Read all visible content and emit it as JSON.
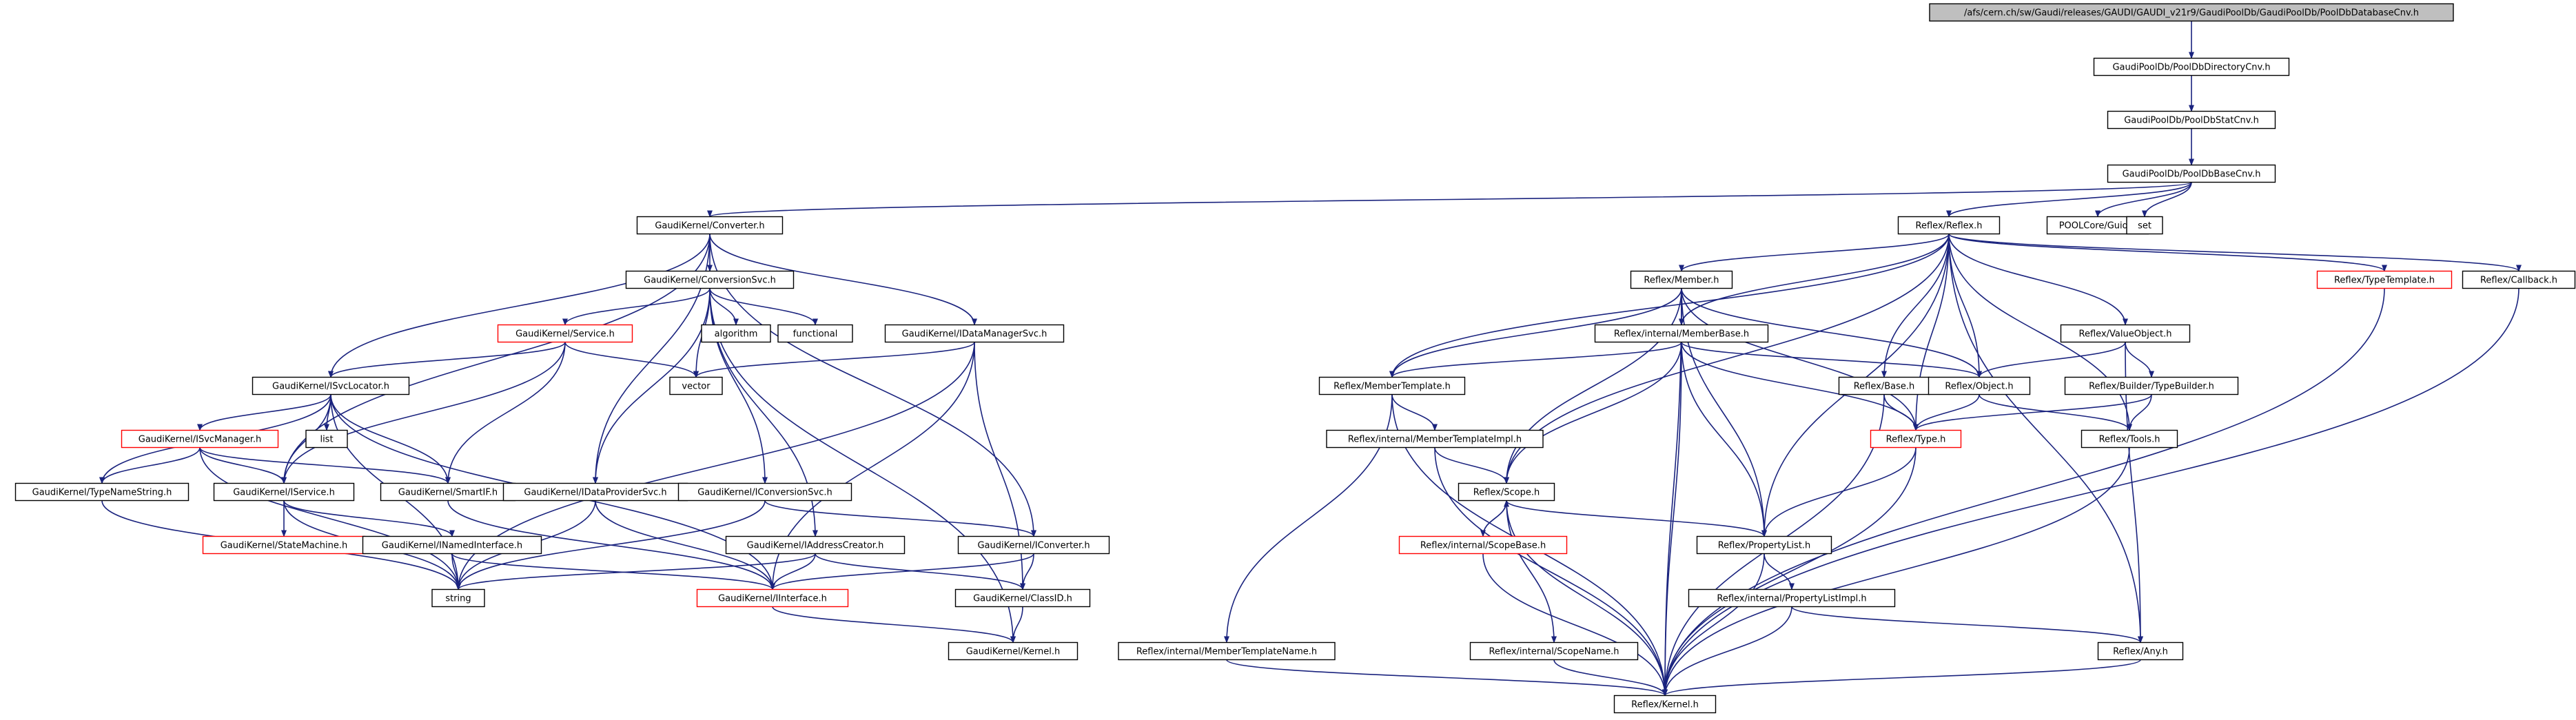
{
  "title": "/afs/cern.ch/sw/Gaudi/releases/GAUDI/GAUDI_v21r9/GaudiPoolDb/GaudiPoolDb/PoolDbDatabaseCnv.h",
  "colors": {
    "edge": "#1a237e",
    "node_border": "#000000",
    "missing_border": "#ff0000",
    "root_fill": "#bfbfbf",
    "node_fill": "#ffffff"
  },
  "nodes": [
    {
      "id": "root",
      "label": "/afs/cern.ch/sw/Gaudi/releases/GAUDI/GAUDI_v21r9/GaudiPoolDb/GaudiPoolDb/PoolDbDatabaseCnv.h",
      "style": "root"
    },
    {
      "id": "dircnv",
      "label": "GaudiPoolDb/PoolDbDirectoryCnv.h",
      "style": "normal"
    },
    {
      "id": "statcnv",
      "label": "GaudiPoolDb/PoolDbStatCnv.h",
      "style": "normal"
    },
    {
      "id": "basecnv",
      "label": "GaudiPoolDb/PoolDbBaseCnv.h",
      "style": "normal"
    },
    {
      "id": "converter",
      "label": "GaudiKernel/Converter.h",
      "style": "normal"
    },
    {
      "id": "reflex",
      "label": "Reflex/Reflex.h",
      "style": "normal"
    },
    {
      "id": "guid",
      "label": "POOLCore/Guid.h",
      "style": "normal"
    },
    {
      "id": "set",
      "label": "set",
      "style": "normal"
    },
    {
      "id": "convsvc",
      "label": "GaudiKernel/ConversionSvc.h",
      "style": "normal"
    },
    {
      "id": "service",
      "label": "GaudiKernel/Service.h",
      "style": "missing"
    },
    {
      "id": "algorithm",
      "label": "algorithm",
      "style": "normal"
    },
    {
      "id": "functional",
      "label": "functional",
      "style": "normal"
    },
    {
      "id": "idatamgr",
      "label": "GaudiKernel/IDataManagerSvc.h",
      "style": "normal"
    },
    {
      "id": "vector",
      "label": "vector",
      "style": "normal"
    },
    {
      "id": "isvcloc",
      "label": "GaudiKernel/ISvcLocator.h",
      "style": "normal"
    },
    {
      "id": "list",
      "label": "list",
      "style": "normal"
    },
    {
      "id": "isvcmgr",
      "label": "GaudiKernel/ISvcManager.h",
      "style": "missing"
    },
    {
      "id": "typename",
      "label": "GaudiKernel/TypeNameString.h",
      "style": "normal"
    },
    {
      "id": "iservice",
      "label": "GaudiKernel/IService.h",
      "style": "normal"
    },
    {
      "id": "smartif",
      "label": "GaudiKernel/SmartIF.h",
      "style": "normal"
    },
    {
      "id": "idataprov",
      "label": "GaudiKernel/IDataProviderSvc.h",
      "style": "normal"
    },
    {
      "id": "iconvsvc",
      "label": "GaudiKernel/IConversionSvc.h",
      "style": "normal"
    },
    {
      "id": "statemachine",
      "label": "GaudiKernel/StateMachine.h",
      "style": "missing"
    },
    {
      "id": "inamed",
      "label": "GaudiKernel/INamedInterface.h",
      "style": "normal"
    },
    {
      "id": "iaddr",
      "label": "GaudiKernel/IAddressCreator.h",
      "style": "normal"
    },
    {
      "id": "iconverter",
      "label": "GaudiKernel/IConverter.h",
      "style": "normal"
    },
    {
      "id": "string",
      "label": "string",
      "style": "normal"
    },
    {
      "id": "iinterface",
      "label": "GaudiKernel/IInterface.h",
      "style": "missing"
    },
    {
      "id": "classid",
      "label": "GaudiKernel/ClassID.h",
      "style": "normal"
    },
    {
      "id": "gkkernel",
      "label": "GaudiKernel/Kernel.h",
      "style": "normal"
    },
    {
      "id": "member",
      "label": "Reflex/Member.h",
      "style": "normal"
    },
    {
      "id": "membase",
      "label": "Reflex/internal/MemberBase.h",
      "style": "normal"
    },
    {
      "id": "memtempl",
      "label": "Reflex/MemberTemplate.h",
      "style": "normal"
    },
    {
      "id": "memtemplimpl",
      "label": "Reflex/internal/MemberTemplateImpl.h",
      "style": "normal"
    },
    {
      "id": "memtemplname",
      "label": "Reflex/internal/MemberTemplateName.h",
      "style": "normal"
    },
    {
      "id": "rbase",
      "label": "Reflex/Base.h",
      "style": "normal"
    },
    {
      "id": "robject",
      "label": "Reflex/Object.h",
      "style": "normal"
    },
    {
      "id": "valueobj",
      "label": "Reflex/ValueObject.h",
      "style": "normal"
    },
    {
      "id": "typebuilder",
      "label": "Reflex/Builder/TypeBuilder.h",
      "style": "normal"
    },
    {
      "id": "rtype",
      "label": "Reflex/Type.h",
      "style": "missing"
    },
    {
      "id": "rtools",
      "label": "Reflex/Tools.h",
      "style": "normal"
    },
    {
      "id": "typetempl",
      "label": "Reflex/TypeTemplate.h",
      "style": "missing"
    },
    {
      "id": "callback",
      "label": "Reflex/Callback.h",
      "style": "normal"
    },
    {
      "id": "scope",
      "label": "Reflex/Scope.h",
      "style": "normal"
    },
    {
      "id": "scopebase",
      "label": "Reflex/internal/ScopeBase.h",
      "style": "missing"
    },
    {
      "id": "proplist",
      "label": "Reflex/PropertyList.h",
      "style": "normal"
    },
    {
      "id": "proplistimpl",
      "label": "Reflex/internal/PropertyListImpl.h",
      "style": "normal"
    },
    {
      "id": "scopename",
      "label": "Reflex/internal/ScopeName.h",
      "style": "normal"
    },
    {
      "id": "rany",
      "label": "Reflex/Any.h",
      "style": "normal"
    },
    {
      "id": "rkernel",
      "label": "Reflex/Kernel.h",
      "style": "normal"
    }
  ],
  "edges": [
    [
      "root",
      "dircnv"
    ],
    [
      "dircnv",
      "statcnv"
    ],
    [
      "statcnv",
      "basecnv"
    ],
    [
      "basecnv",
      "converter"
    ],
    [
      "basecnv",
      "reflex"
    ],
    [
      "basecnv",
      "guid"
    ],
    [
      "basecnv",
      "set"
    ],
    [
      "converter",
      "convsvc"
    ],
    [
      "converter",
      "isvcloc"
    ],
    [
      "converter",
      "idatamgr"
    ],
    [
      "converter",
      "iservice"
    ],
    [
      "converter",
      "idataprov"
    ],
    [
      "converter",
      "iconverter"
    ],
    [
      "convsvc",
      "service"
    ],
    [
      "convsvc",
      "algorithm"
    ],
    [
      "convsvc",
      "functional"
    ],
    [
      "convsvc",
      "vector"
    ],
    [
      "convsvc",
      "iconvsvc"
    ],
    [
      "convsvc",
      "iaddr"
    ],
    [
      "convsvc",
      "gkkernel"
    ],
    [
      "convsvc",
      "idataprov"
    ],
    [
      "service",
      "isvcloc"
    ],
    [
      "service",
      "iservice"
    ],
    [
      "service",
      "smartif"
    ],
    [
      "service",
      "vector"
    ],
    [
      "idatamgr",
      "vector"
    ],
    [
      "idatamgr",
      "string"
    ],
    [
      "idatamgr",
      "iinterface"
    ],
    [
      "idatamgr",
      "classid"
    ],
    [
      "isvcloc",
      "list"
    ],
    [
      "isvcloc",
      "isvcmgr"
    ],
    [
      "isvcloc",
      "typename"
    ],
    [
      "isvcloc",
      "smartif"
    ],
    [
      "isvcloc",
      "string"
    ],
    [
      "isvcloc",
      "iinterface"
    ],
    [
      "isvcloc",
      "iservice"
    ],
    [
      "isvcmgr",
      "iservice"
    ],
    [
      "isvcmgr",
      "smartif"
    ],
    [
      "isvcmgr",
      "typename"
    ],
    [
      "isvcmgr",
      "string"
    ],
    [
      "typename",
      "string"
    ],
    [
      "iservice",
      "statemachine"
    ],
    [
      "iservice",
      "inamed"
    ],
    [
      "iservice",
      "string"
    ],
    [
      "smartif",
      "iinterface"
    ],
    [
      "idataprov",
      "string"
    ],
    [
      "idataprov",
      "iinterface"
    ],
    [
      "iconvsvc",
      "iconverter"
    ],
    [
      "iconvsvc",
      "string"
    ],
    [
      "inamed",
      "iinterface"
    ],
    [
      "inamed",
      "string"
    ],
    [
      "iaddr",
      "iinterface"
    ],
    [
      "iaddr",
      "classid"
    ],
    [
      "iaddr",
      "string"
    ],
    [
      "iconverter",
      "iinterface"
    ],
    [
      "iconverter",
      "classid"
    ],
    [
      "iinterface",
      "gkkernel"
    ],
    [
      "classid",
      "gkkernel"
    ],
    [
      "reflex",
      "member"
    ],
    [
      "reflex",
      "memtempl"
    ],
    [
      "reflex",
      "scope"
    ],
    [
      "reflex",
      "rbase"
    ],
    [
      "reflex",
      "robject"
    ],
    [
      "reflex",
      "valueobj"
    ],
    [
      "reflex",
      "typetempl"
    ],
    [
      "reflex",
      "callback"
    ],
    [
      "reflex",
      "rtype"
    ],
    [
      "reflex",
      "proplist"
    ],
    [
      "reflex",
      "rtools"
    ],
    [
      "reflex",
      "rany"
    ],
    [
      "reflex",
      "membase"
    ],
    [
      "member",
      "membase"
    ],
    [
      "member",
      "memtempl"
    ],
    [
      "member",
      "scope"
    ],
    [
      "member",
      "rtype"
    ],
    [
      "member",
      "proplist"
    ],
    [
      "member",
      "robject"
    ],
    [
      "member",
      "rkernel"
    ],
    [
      "membase",
      "robject"
    ],
    [
      "membase",
      "rtype"
    ],
    [
      "membase",
      "scope"
    ],
    [
      "membase",
      "proplist"
    ],
    [
      "membase",
      "memtempl"
    ],
    [
      "membase",
      "rkernel"
    ],
    [
      "memtempl",
      "memtemplimpl"
    ],
    [
      "memtempl",
      "memtemplname"
    ],
    [
      "memtempl",
      "rkernel"
    ],
    [
      "memtemplimpl",
      "scope"
    ],
    [
      "memtemplimpl",
      "rkernel"
    ],
    [
      "memtemplname",
      "rkernel"
    ],
    [
      "rbase",
      "rtype"
    ],
    [
      "rbase",
      "rkernel"
    ],
    [
      "robject",
      "rtype"
    ],
    [
      "robject",
      "rtools"
    ],
    [
      "valueobj",
      "robject"
    ],
    [
      "valueobj",
      "typebuilder"
    ],
    [
      "valueobj",
      "rany"
    ],
    [
      "typebuilder",
      "rtype"
    ],
    [
      "typebuilder",
      "rtools"
    ],
    [
      "rtype",
      "proplist"
    ],
    [
      "rtype",
      "rkernel"
    ],
    [
      "rtools",
      "rkernel"
    ],
    [
      "typetempl",
      "rkernel"
    ],
    [
      "callback",
      "rkernel"
    ],
    [
      "scope",
      "scopebase"
    ],
    [
      "scope",
      "proplist"
    ],
    [
      "scope",
      "scopename"
    ],
    [
      "scope",
      "rkernel"
    ],
    [
      "scopebase",
      "scope"
    ],
    [
      "scopebase",
      "rkernel"
    ],
    [
      "proplist",
      "proplistimpl"
    ],
    [
      "proplist",
      "rkernel"
    ],
    [
      "proplistimpl",
      "rany"
    ],
    [
      "proplistimpl",
      "rkernel"
    ],
    [
      "scopename",
      "rkernel"
    ],
    [
      "rany",
      "rkernel"
    ]
  ]
}
